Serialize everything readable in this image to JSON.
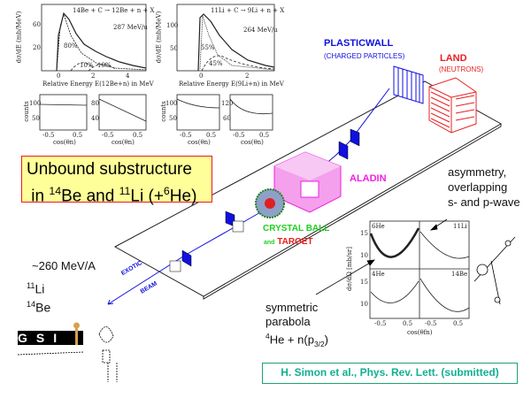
{
  "title": {
    "line1": "Unbound substructure",
    "line2_pre": "in ",
    "be_mass": "14",
    "be": "Be and ",
    "li_mass": "11",
    "li": "Li (+",
    "he_mass": "6",
    "he": "He)"
  },
  "plots": {
    "be_spectrum": {
      "reaction": "14Be + C → 12Be + n + X",
      "energy": "287 MeV/u",
      "ylabel": "dσ/dE (mb/MeV)",
      "xlabel": "Relative Energy E(12Be+n) in MeV",
      "yticks": [
        "20",
        "60"
      ],
      "xticks": [
        "0",
        "2",
        "4"
      ],
      "labels": [
        "80%",
        "10%",
        "10%"
      ]
    },
    "li_spectrum": {
      "reaction": "11Li + C → 9Li + n + X",
      "energy": "264 MeV/u",
      "ylabel": "dσ/dE (mb/MeV)",
      "xlabel": "Relative Energy E(9Li+n) in MeV",
      "yticks": [
        "50",
        "100"
      ],
      "xticks": [
        "0",
        "2"
      ],
      "labels": [
        "55%",
        "45%"
      ]
    },
    "small": [
      {
        "ylabel": "counts",
        "yticks": [
          "100",
          "50"
        ],
        "xticks": [
          "-0.5",
          "0.5"
        ],
        "xlabel": "cos(θn)"
      },
      {
        "ylabel": "",
        "yticks": [
          "80",
          "40"
        ],
        "xticks": [
          "-0.5",
          "0.5"
        ],
        "xlabel": "cos(θn)"
      },
      {
        "ylabel": "counts",
        "yticks": [
          "100",
          "50"
        ],
        "xticks": [
          "-0.5",
          "0.5"
        ],
        "xlabel": "cos(θn)"
      },
      {
        "ylabel": "",
        "yticks": [
          "120",
          "60"
        ],
        "xticks": [
          "-0.5",
          "0.5"
        ],
        "xlabel": "cos(θn)"
      }
    ],
    "angular": {
      "ylabel": "dσ/dΩ [mb/sr]",
      "xlabel": "cos(θfn)",
      "panels": [
        "6He",
        "11Li",
        "4He",
        "14Be"
      ],
      "yticks": [
        "15",
        "10"
      ],
      "xticks": [
        "-0.5",
        "0.5",
        "-0.5",
        "0.5"
      ]
    }
  },
  "detectors": {
    "plasticwall": "PLASTICWALL",
    "plasticwall_sub": "(CHARGED PARTICLES)",
    "land": "LAND",
    "land_sub": "(NEUTRONS)",
    "aladin": "ALADIN",
    "crystal_ball": "CRYSTAL BALL",
    "and": "and",
    "target": "TARGET",
    "beam1": "EXOTIC",
    "beam2": "BEAM"
  },
  "notes": {
    "asym1": "asymmetry,",
    "asym2": "overlapping",
    "asym3": "s- and p-wave",
    "sym1": "symmetric",
    "sym2": "parabola",
    "sym3_mass": "4",
    "sym3": "He + n(p",
    "sym3_sub": "3/2",
    "sym3_end": ")",
    "energy": "~260 MeV/A",
    "li_mass": "11",
    "li": "Li",
    "be_mass": "14",
    "be": "Be"
  },
  "logo": "GSI",
  "citation": "H. Simon et al., Phys. Rev. Lett. (submitted)",
  "colors": {
    "blue": "#1010e0",
    "red": "#e82020",
    "magenta": "#f020e0",
    "green": "#20d020",
    "yellow": "#ffff99",
    "teal": "#10b090"
  }
}
